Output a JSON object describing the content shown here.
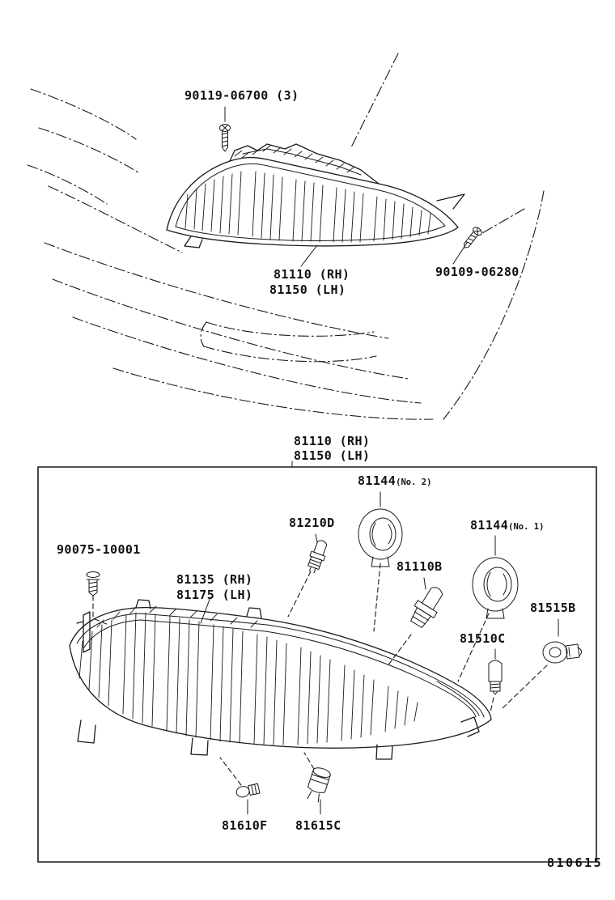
{
  "page": {
    "background": "#ffffff",
    "line_color": "#1a1a1a",
    "drawing_number": "810615"
  },
  "overview": {
    "part_screw_top": "90119-06700 (3)",
    "part_headlamp_rh": "81110 (RH)",
    "part_headlamp_lh": "81150 (LH)",
    "part_screw_side": "90109-06280"
  },
  "exploded": {
    "header_rh": "81110 (RH)",
    "header_lh": "81150 (LH)",
    "part_clip": "90075-10001",
    "part_lens_rh": "81135 (RH)",
    "part_lens_lh": "81175 (LH)",
    "part_bulb_signal": "81210D",
    "part_cap_no2": "81144",
    "part_cap_no2_note": "(No. 2)",
    "part_cap_no1": "81144",
    "part_cap_no1_note": "(No. 1)",
    "part_bulb_head": "81110B",
    "part_socket_cover": "81515B",
    "part_bulb_park": "81510C",
    "part_bulb_front": "81610F",
    "part_socket": "81615C"
  }
}
